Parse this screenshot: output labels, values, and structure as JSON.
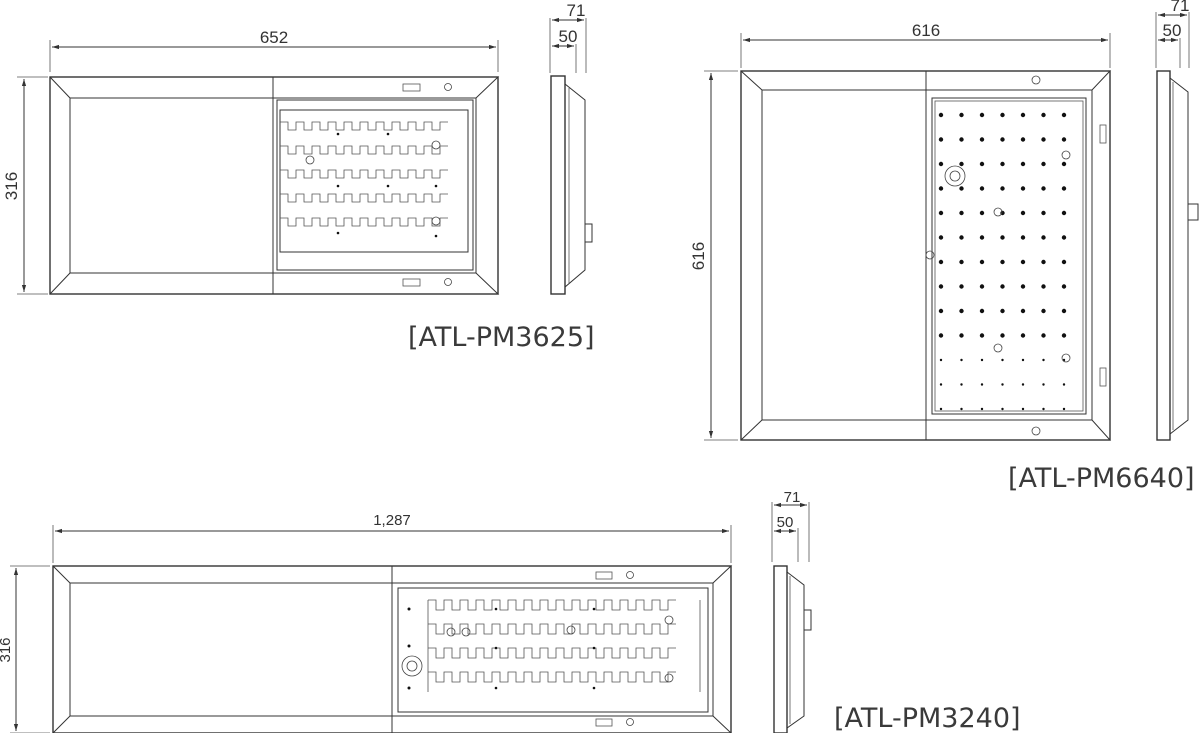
{
  "colors": {
    "line": "#333333",
    "text": "#333333",
    "background": "#ffffff"
  },
  "drawings": [
    {
      "model": "[ATL-PM3625]",
      "width_dim": "652",
      "height_dim": "316",
      "depth_outer_dim": "71",
      "depth_inner_dim": "50"
    },
    {
      "model": "[ATL-PM6640]",
      "width_dim": "616",
      "height_dim": "616",
      "depth_outer_dim": "71",
      "depth_inner_dim": "50"
    },
    {
      "model": "[ATL-PM3240]",
      "width_dim": "1,287",
      "height_dim": "316",
      "depth_outer_dim": "71",
      "depth_inner_dim": "50"
    }
  ]
}
